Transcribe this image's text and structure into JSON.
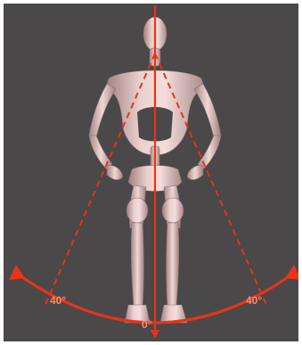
{
  "diagram": {
    "angles": {
      "left": "40°",
      "center": "0°",
      "right": "40°"
    },
    "colors": {
      "background": "#4a4848",
      "line": "#e8341a",
      "label": "#ff8a66",
      "figure": "#e6c8c6",
      "figure_shade": "#b39290"
    }
  }
}
